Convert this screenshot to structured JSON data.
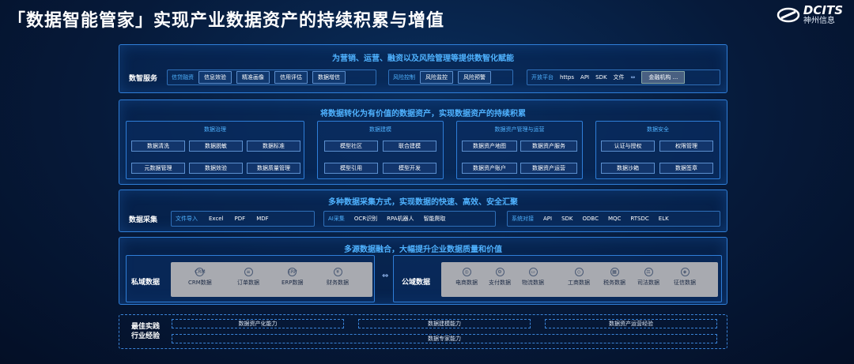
{
  "title": "「数据智能管家」实现产业数据资产的持续积累与增值",
  "logo": {
    "en": "DCITS",
    "cn": "神州信息"
  },
  "service": {
    "headline": "为营销、运营、融资以及风险管理等提供数智化赋能",
    "label": "数智服务",
    "credit_tag": "信贷融资",
    "credit_items": [
      "信息效验",
      "精准画像",
      "信用评估",
      "数据增信"
    ],
    "risk_tag": "风险控制",
    "risk_items": [
      "风险监控",
      "风险预警"
    ],
    "open_tag": "开放平台",
    "open_items": [
      "https",
      "API",
      "SDK",
      "文件"
    ],
    "open_target": "金融机构 ..."
  },
  "asset": {
    "headline": "将数据转化为有价值的数据资产，实现数据资产的持续积累",
    "boxes": [
      {
        "title": "数据治理",
        "items": [
          "数据清洗",
          "数据脱敏",
          "数据标准",
          "元数据管理",
          "数据效验",
          "数据质量管理"
        ]
      },
      {
        "title": "数据建模",
        "items": [
          "模型社区",
          "联合建模",
          "模型引用",
          "模型开发"
        ]
      },
      {
        "title": "数据资产管理与运营",
        "items": [
          "数据资产地图",
          "数据资产服务",
          "数据资产账户",
          "数据资产运营"
        ]
      },
      {
        "title": "数据安全",
        "items": [
          "认证与授权",
          "权限管理",
          "数据沙箱",
          "数据签章"
        ]
      }
    ]
  },
  "collect": {
    "headline": "多种数据采集方式，实现数据的快速、高效、安全汇聚",
    "label": "数据采集",
    "file_tag": "文件导入",
    "file_items": [
      "Excel",
      "PDF",
      "MDF"
    ],
    "ai_tag": "AI采集",
    "ai_items": [
      "OCR识别",
      "RPA机器人",
      "智能爬取"
    ],
    "api_tag": "系统对接",
    "api_items": [
      "API",
      "SDK",
      "ODBC",
      "MQC",
      "RTSDC",
      "ELK"
    ]
  },
  "fusion": {
    "headline": "多源数据融合，大幅提升企业数据质量和价值",
    "private_label": "私域数据",
    "private_items": [
      {
        "icon": "CRM",
        "label": "CRM数据"
      },
      {
        "icon": "≡",
        "label": "订单数据"
      },
      {
        "icon": "ERP",
        "label": "ERP数据"
      },
      {
        "icon": "¥",
        "label": "财务数据"
      }
    ],
    "public_label": "公域数据",
    "public_items": [
      {
        "icon": "◎",
        "label": "电商数据"
      },
      {
        "icon": "⚙",
        "label": "支付数据"
      },
      {
        "icon": "▭",
        "label": "物流数据"
      },
      {
        "icon": "◇",
        "label": "工商数据"
      },
      {
        "icon": "▦",
        "label": "税务数据"
      },
      {
        "icon": "⚖",
        "label": "司法数据"
      },
      {
        "icon": "◈",
        "label": "征信数据"
      }
    ]
  },
  "best": {
    "label_line1": "最佳实践",
    "label_line2": "行业经验",
    "items": [
      "数据资产化能力",
      "数据建模能力",
      "数据资产运营经验",
      "数据专家能力"
    ]
  },
  "colors": {
    "accent": "#4fb2ff",
    "border": "#2f7ed8",
    "background": "#061a3a"
  }
}
